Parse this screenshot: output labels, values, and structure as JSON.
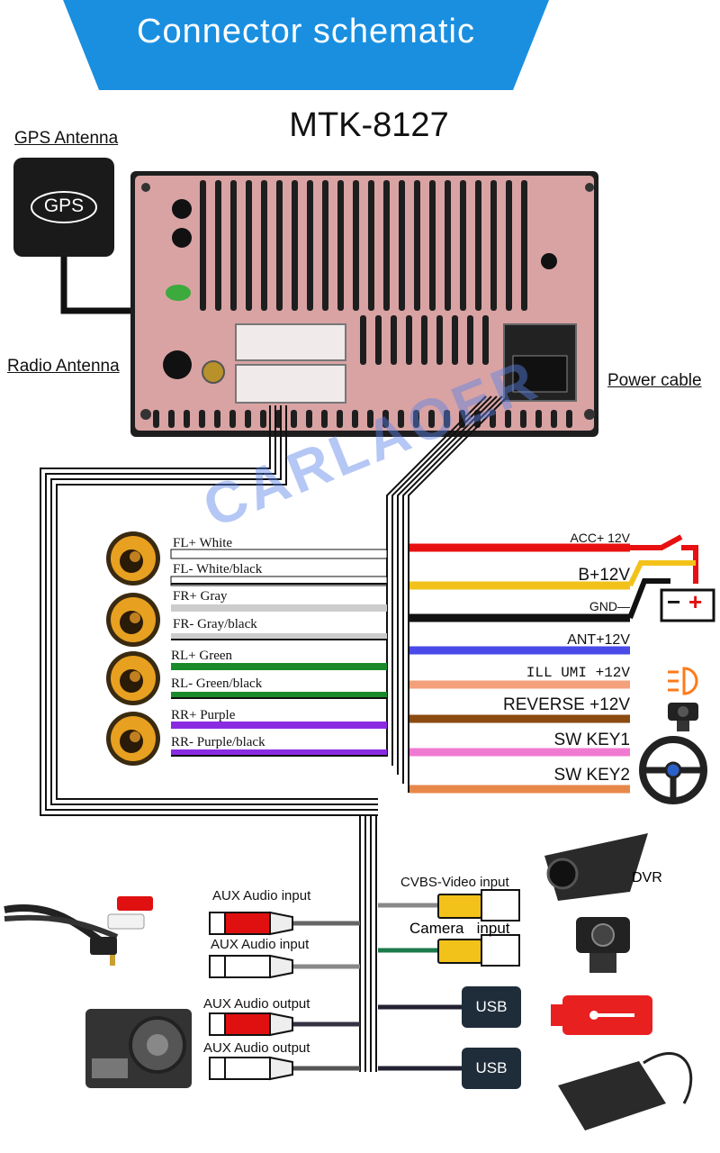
{
  "header": {
    "title": "Connector schematic",
    "model": "MTK-8127",
    "banner_color": "#1a8fe0"
  },
  "watermark": "CARLAOER",
  "labels": {
    "gps_antenna": "GPS Antenna",
    "gps_badge": "GPS",
    "radio_antenna": "Radio Antenna",
    "power_cable": "Power cable"
  },
  "speaker_wires": [
    {
      "label": "FL+ White",
      "color": "#ffffff",
      "stripe": false
    },
    {
      "label": "FL- White/black",
      "color": "#ffffff",
      "stripe": true
    },
    {
      "label": "FR+ Gray",
      "color": "#cccccc",
      "stripe": false
    },
    {
      "label": "FR- Gray/black",
      "color": "#cccccc",
      "stripe": true
    },
    {
      "label": "RL+ Green",
      "color": "#1b8a2a",
      "stripe": false
    },
    {
      "label": "RL- Green/black",
      "color": "#1b8a2a",
      "stripe": true
    },
    {
      "label": "RR+ Purple",
      "color": "#8a2be2",
      "stripe": false
    },
    {
      "label": "RR- Purple/black",
      "color": "#8a2be2",
      "stripe": true
    }
  ],
  "power_wires": [
    {
      "label": "ACC+  12V",
      "color": "#e81010"
    },
    {
      "label": "B+12V",
      "color": "#f2c21a"
    },
    {
      "label": "GND—",
      "color": "#111111"
    },
    {
      "label": "ANT+12V",
      "color": "#4a4ae8"
    },
    {
      "label": "ILL UMI +12V",
      "color": "#f4a07a"
    },
    {
      "label": "REVERSE +12V",
      "color": "#8a4a10"
    },
    {
      "label": "SW KEY1",
      "color": "#f07ad2"
    },
    {
      "label": "SW KEY2",
      "color": "#e8874a"
    }
  ],
  "battery": {
    "minus": "−",
    "plus": "+"
  },
  "av_inputs": {
    "aux_in_1": "AUX Audio input",
    "aux_in_2": "AUX Audio input",
    "aux_out_1": "AUX Audio output",
    "aux_out_2": "AUX Audio output",
    "cvbs": "CVBS-Video input",
    "camera": "Camera   input",
    "usb_1": "USB",
    "usb_2": "USB",
    "dvr": "DVR"
  },
  "colors": {
    "rca_red": "#e01010",
    "rca_yellow": "#f2c21a",
    "usb_red": "#e82020",
    "unit_body": "#d9a3a3"
  }
}
